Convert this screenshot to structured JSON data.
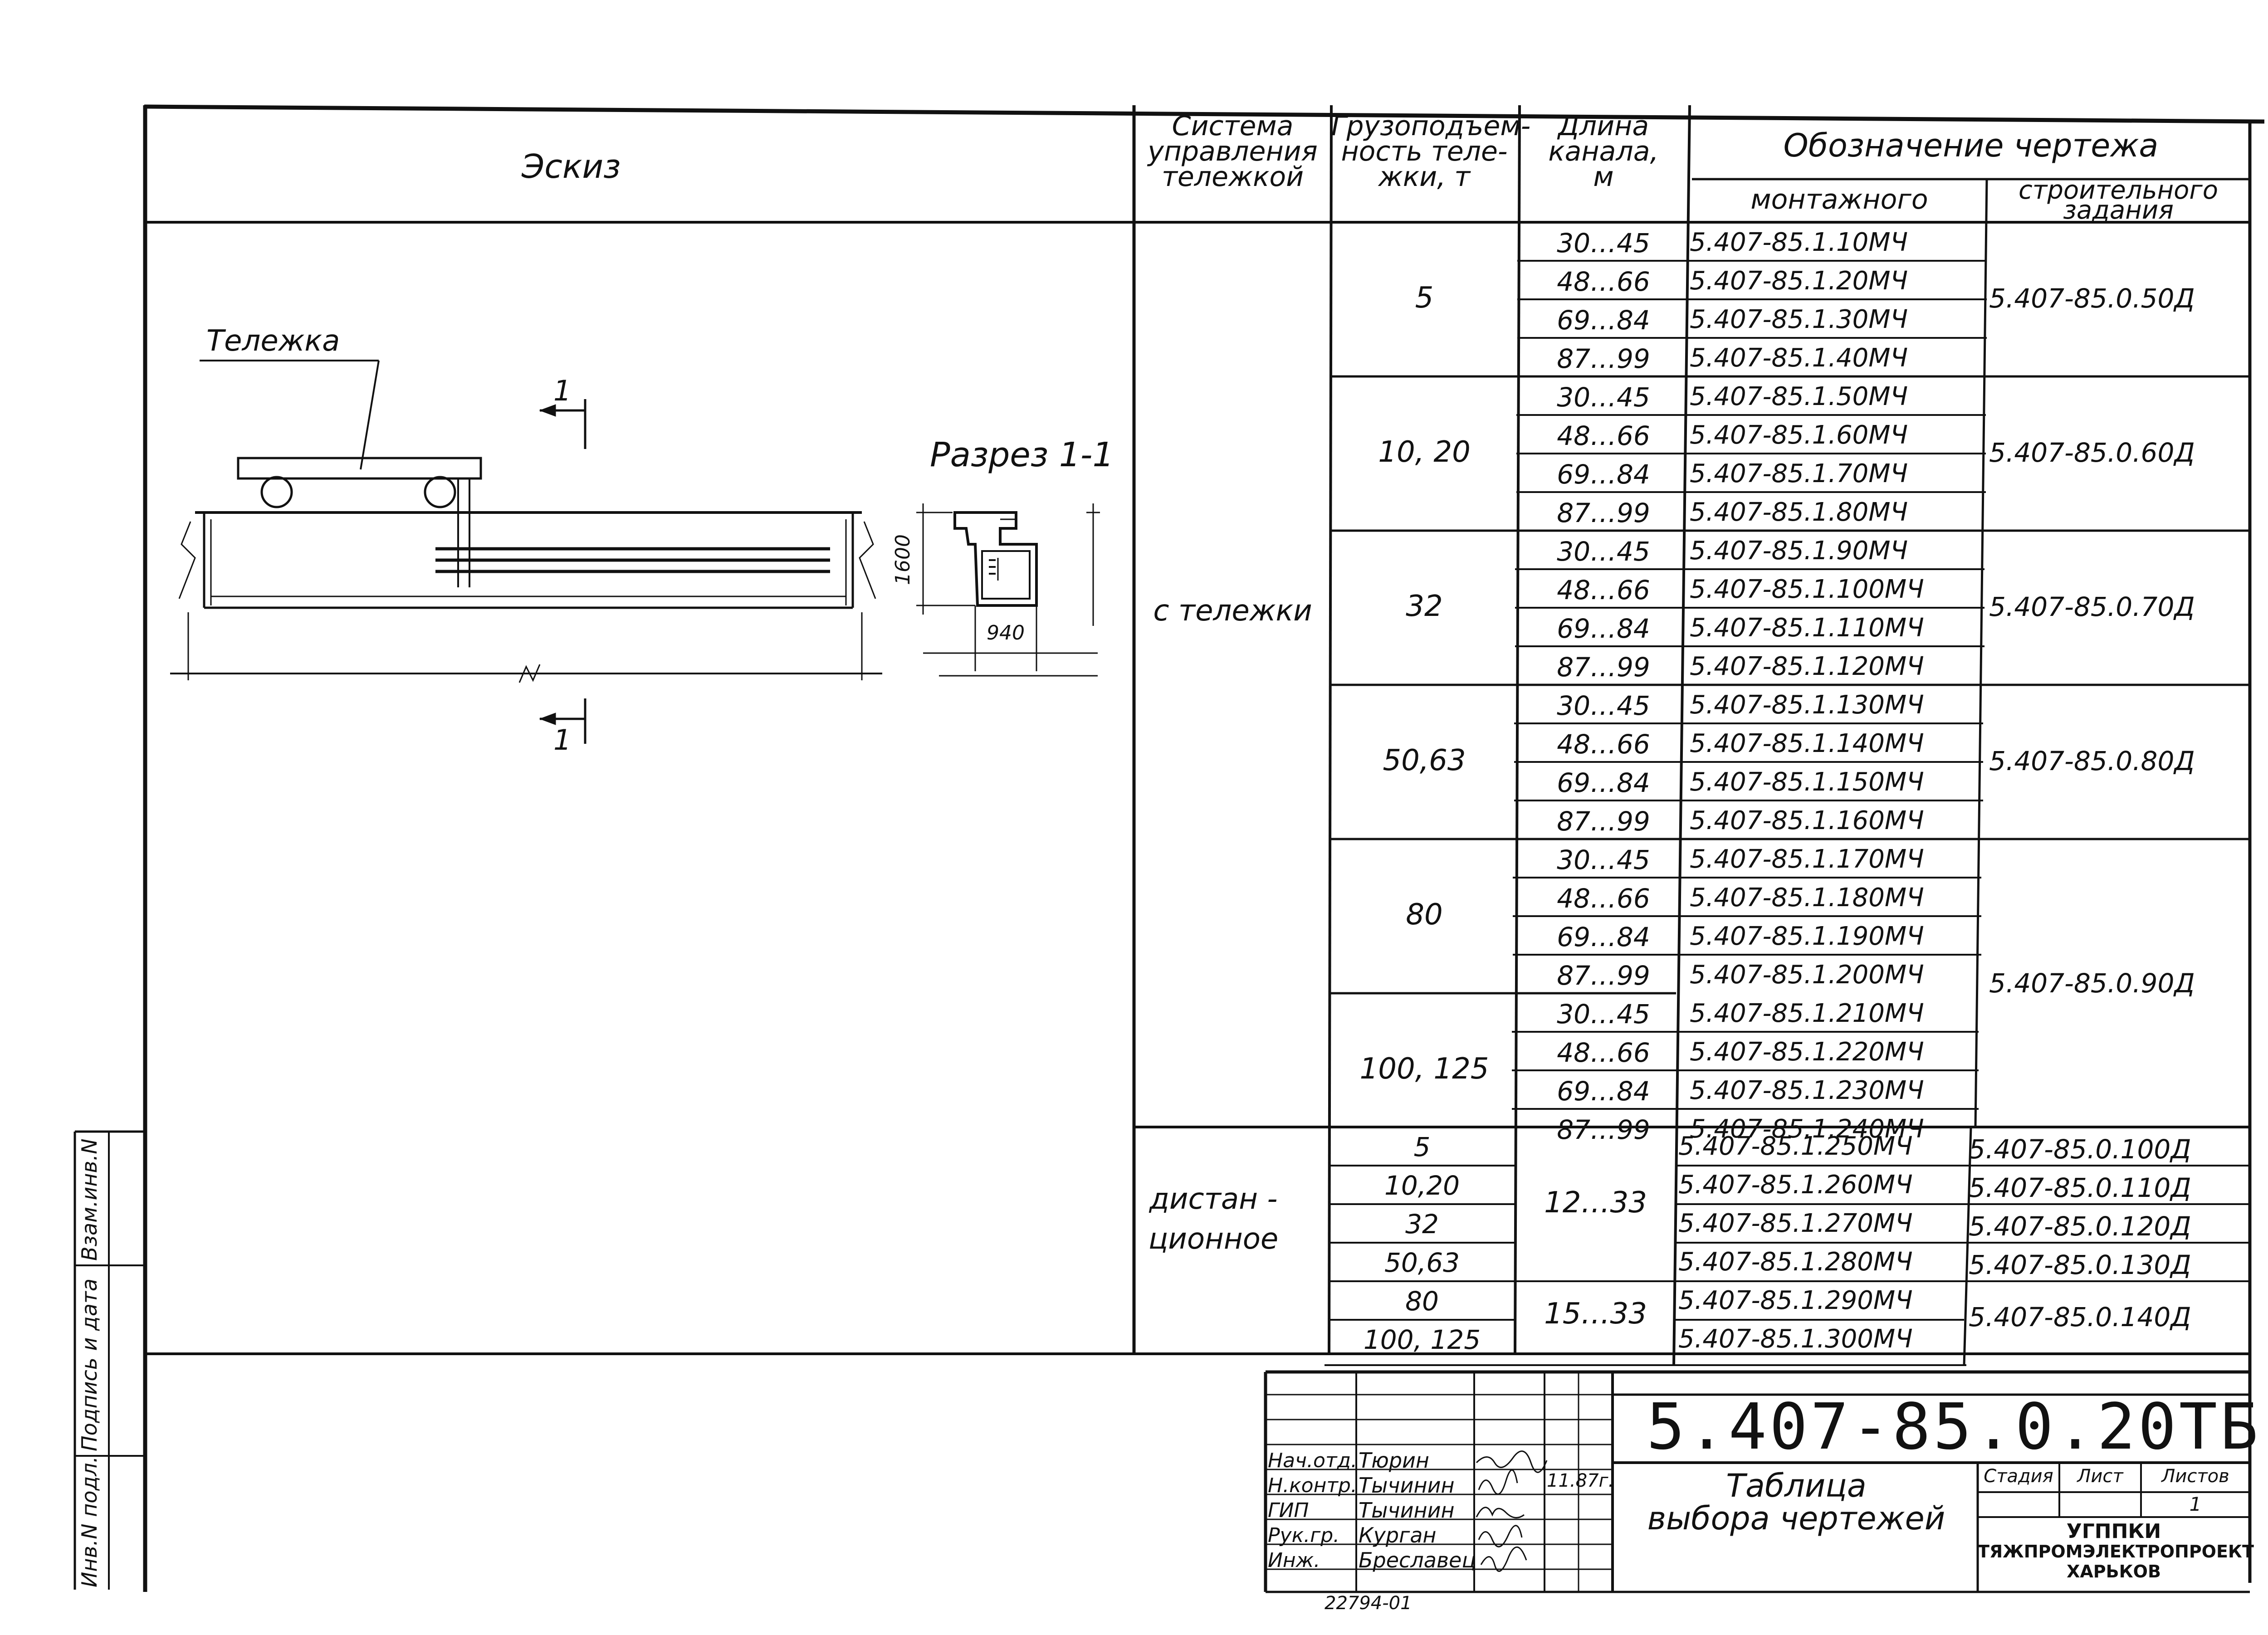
{
  "header": {
    "sketch": "Эскиз",
    "system": [
      "Система",
      "управления",
      "тележкой"
    ],
    "capacity": [
      "Грузоподъем-",
      "ность теле-",
      "жки, т"
    ],
    "length": [
      "Длина",
      "канала,",
      "м"
    ],
    "designation": "Обозначение чертежа",
    "mounting": "монтажного",
    "construction": [
      "строительного",
      "задания"
    ]
  },
  "sketch": {
    "trolley_label": "Тележка",
    "section_title": "Разрез 1-1",
    "cut_mark": "1",
    "height_dim": "1600",
    "width_dim": "940"
  },
  "table": {
    "group1_system": "с тележки",
    "group2_system": [
      "дистан -",
      "ционное"
    ],
    "g1_capacities": [
      "5",
      "10, 20",
      "32",
      "50,63",
      "80",
      "100, 125"
    ],
    "g1_lengths": [
      "30…45",
      "48…66",
      "69…84",
      "87…99",
      "30…45",
      "48…66",
      "69…84",
      "87…99",
      "30…45",
      "48…66",
      "69…84",
      "87…99",
      "30…45",
      "48…66",
      "69…84",
      "87…99",
      "30…45",
      "48…66",
      "69…84",
      "87…99",
      "30…45",
      "48…66",
      "69…84",
      "87…99"
    ],
    "g1_mounting": [
      "5.407-85.1.10МЧ",
      "5.407-85.1.20МЧ",
      "5.407-85.1.30МЧ",
      "5.407-85.1.40МЧ",
      "5.407-85.1.50МЧ",
      "5.407-85.1.60МЧ",
      "5.407-85.1.70МЧ",
      "5.407-85.1.80МЧ",
      "5.407-85.1.90МЧ",
      "5.407-85.1.100МЧ",
      "5.407-85.1.110МЧ",
      "5.407-85.1.120МЧ",
      "5.407-85.1.130МЧ",
      "5.407-85.1.140МЧ",
      "5.407-85.1.150МЧ",
      "5.407-85.1.160МЧ",
      "5.407-85.1.170МЧ",
      "5.407-85.1.180МЧ",
      "5.407-85.1.190МЧ",
      "5.407-85.1.200МЧ",
      "5.407-85.1.210МЧ",
      "5.407-85.1.220МЧ",
      "5.407-85.1.230МЧ",
      "5.407-85.1.240МЧ"
    ],
    "g1_construction": [
      "5.407-85.0.50Д",
      "5.407-85.0.60Д",
      "5.407-85.0.70Д",
      "5.407-85.0.80Д",
      "5.407-85.0.90Д"
    ],
    "g2_capacities": [
      "5",
      "10,20",
      "32",
      "50,63",
      "80",
      "100, 125"
    ],
    "g2_lengths": [
      "12…33",
      "15…33"
    ],
    "g2_mounting": [
      "5.407-85.1.250МЧ",
      "5.407-85.1.260МЧ",
      "5.407-85.1.270МЧ",
      "5.407-85.1.280МЧ",
      "5.407-85.1.290МЧ",
      "5.407-85.1.300МЧ"
    ],
    "g2_construction": [
      "5.407-85.0.100Д",
      "5.407-85.0.110Д",
      "5.407-85.0.120Д",
      "5.407-85.0.130Д",
      "5.407-85.0.140Д"
    ]
  },
  "side_stamp": [
    "Инв.N подл.",
    "Подпись и дата",
    "Взам.инв.N"
  ],
  "title_block": {
    "code": "5.407-85.0.20ТБ",
    "roles": [
      "Нач.отд.",
      "Н.контр.",
      "ГИП",
      "Рук.гр.",
      "Инж."
    ],
    "names": [
      "Тюрин",
      "Тычинин",
      "Тычинин",
      "Курган",
      "Бреславец"
    ],
    "date": "11.87г.",
    "doc_title": [
      "Таблица",
      "выбора чертежей"
    ],
    "stage_label": "Стадия",
    "sheet_label": "Лист",
    "sheets_label": "Листов",
    "sheets_value": "1",
    "org": [
      "УГППКИ",
      "ТЯЖПРОМЭЛЕКТРОПРОЕКТ",
      "ХАРЬКОВ"
    ],
    "inventory": "22794-01"
  }
}
